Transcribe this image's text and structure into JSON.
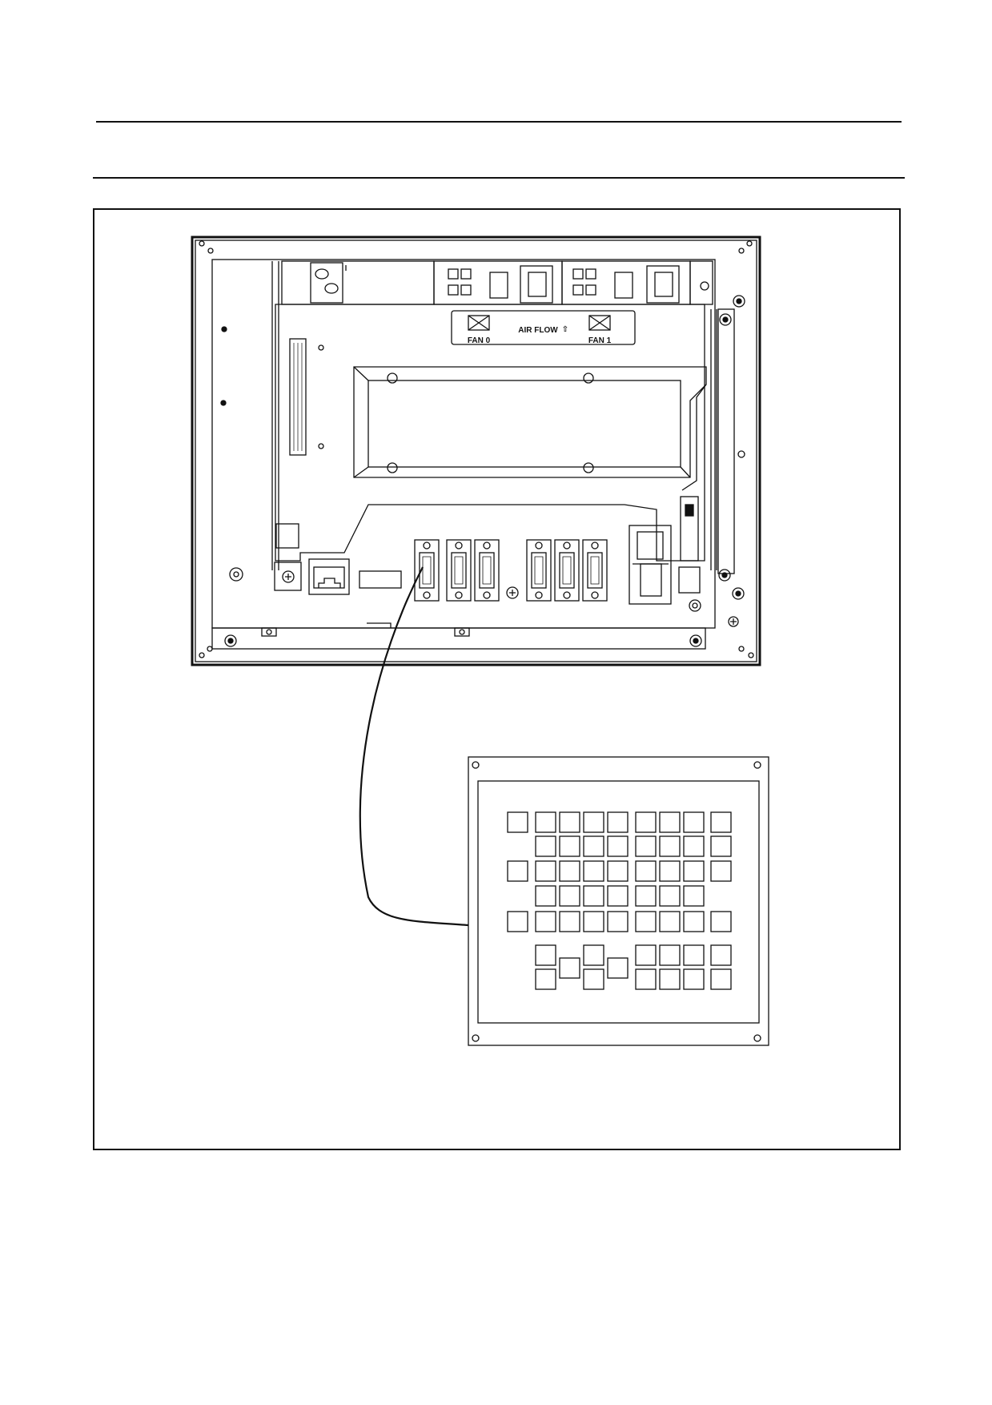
{
  "figure": {
    "fan_label_left": "FAN 0",
    "fan_label_right": "FAN 1",
    "airflow_label": "AIR FLOW",
    "airflow_arrow": "⇧"
  },
  "icons": {
    "fan_symbol": "fan-cross-box-icon",
    "screw": "screw-head-icon",
    "ground": "ground-symbol-icon"
  },
  "colors": {
    "line": "#111111",
    "background": "#ffffff"
  }
}
